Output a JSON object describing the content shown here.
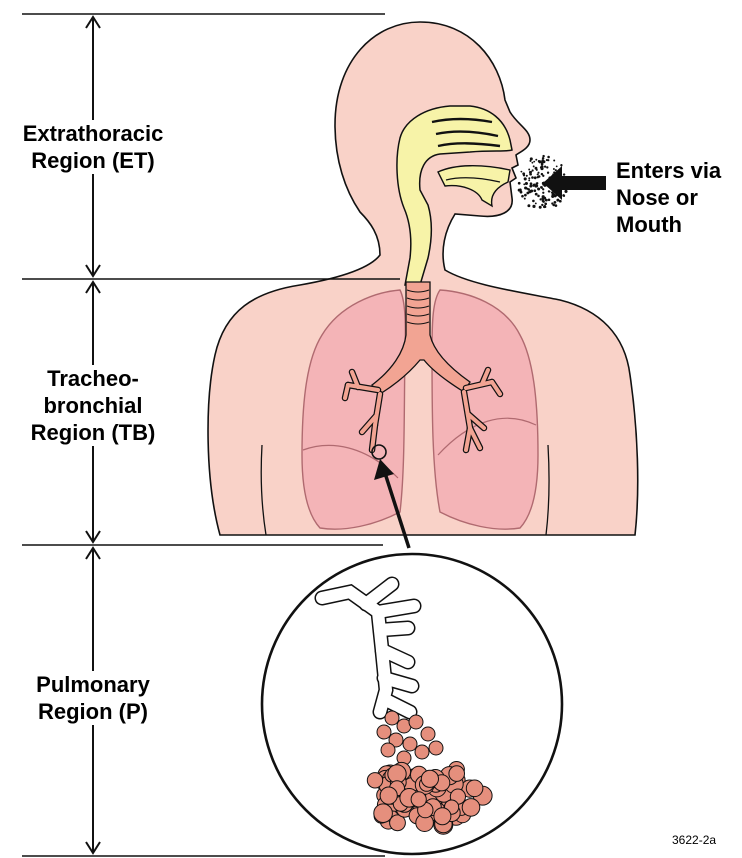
{
  "regions": [
    {
      "id": "extrathoracic",
      "lines": [
        "Extrathoracic",
        "Region (ET)"
      ]
    },
    {
      "id": "tracheobronchial",
      "lines": [
        "Tracheo-",
        "bronchial",
        "Region (TB)"
      ]
    },
    {
      "id": "pulmonary",
      "lines": [
        "Pulmonary",
        "Region (P)"
      ]
    }
  ],
  "entry_label": [
    "Enters via",
    "Nose or",
    "Mouth"
  ],
  "figure_id": "3622-2a",
  "colors": {
    "skin": "#f9d2c8",
    "lungs": "#f4b4b7",
    "lung_outline": "#b06a70",
    "airway_upper": "#f7f3a8",
    "trachea": "#f2a493",
    "alveoli": "#e58f7d",
    "outline": "#111111"
  }
}
